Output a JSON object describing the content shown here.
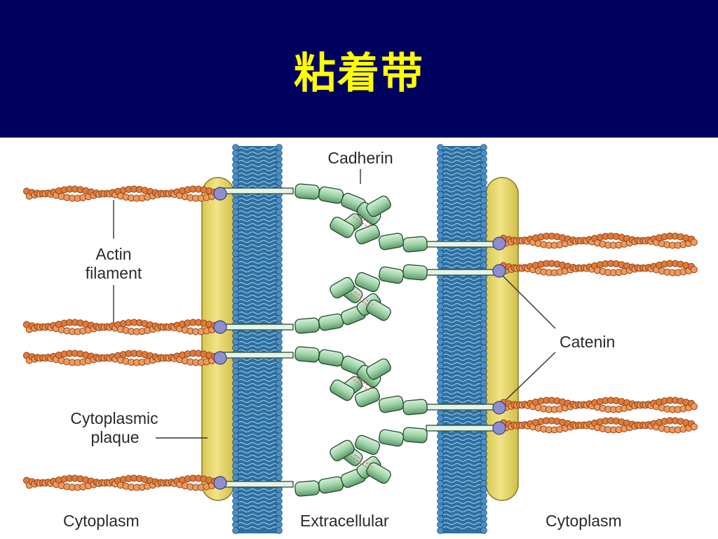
{
  "slide": {
    "title": "粘着带"
  },
  "labels": {
    "cadherin": "Cadherin",
    "actin_line1": "Actin",
    "actin_line2": "filament",
    "catenin": "Catenin",
    "plaque_line1": "Cytoplasmic",
    "plaque_line2": "plaque",
    "cytoplasm_left": "Cytoplasm",
    "extracellular": "Extracellular",
    "cytoplasm_right": "Cytoplasm"
  },
  "colors": {
    "title_bar": "#00005e",
    "title_text": "#ffff00",
    "plaque": "#e8d86a",
    "membrane": "#4a90c8",
    "actin": "#e07a3a",
    "cadherin": "#9fd4a8",
    "catenin": "#8f8fcf"
  }
}
